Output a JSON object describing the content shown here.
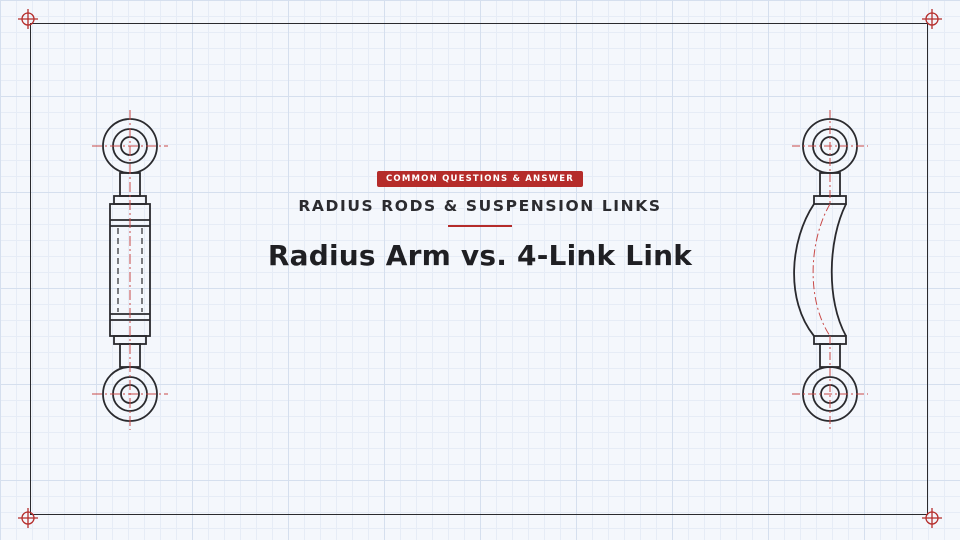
{
  "badge": "COMMON QUESTIONS & ANSWER",
  "subtitle": "RADIUS RODS & SUSPENSION LINKS",
  "title": "Radius Arm vs. 4-Link Link",
  "colors": {
    "accent": "#b52c2a",
    "ink": "#2a2a2e",
    "grid": "#d5dfee",
    "background": "#f4f7fc"
  },
  "icons": {
    "left_drawing": "straight-rod-end-link",
    "right_drawing": "curved-rod-end-link",
    "corner_marks": "registration-crosshair"
  }
}
